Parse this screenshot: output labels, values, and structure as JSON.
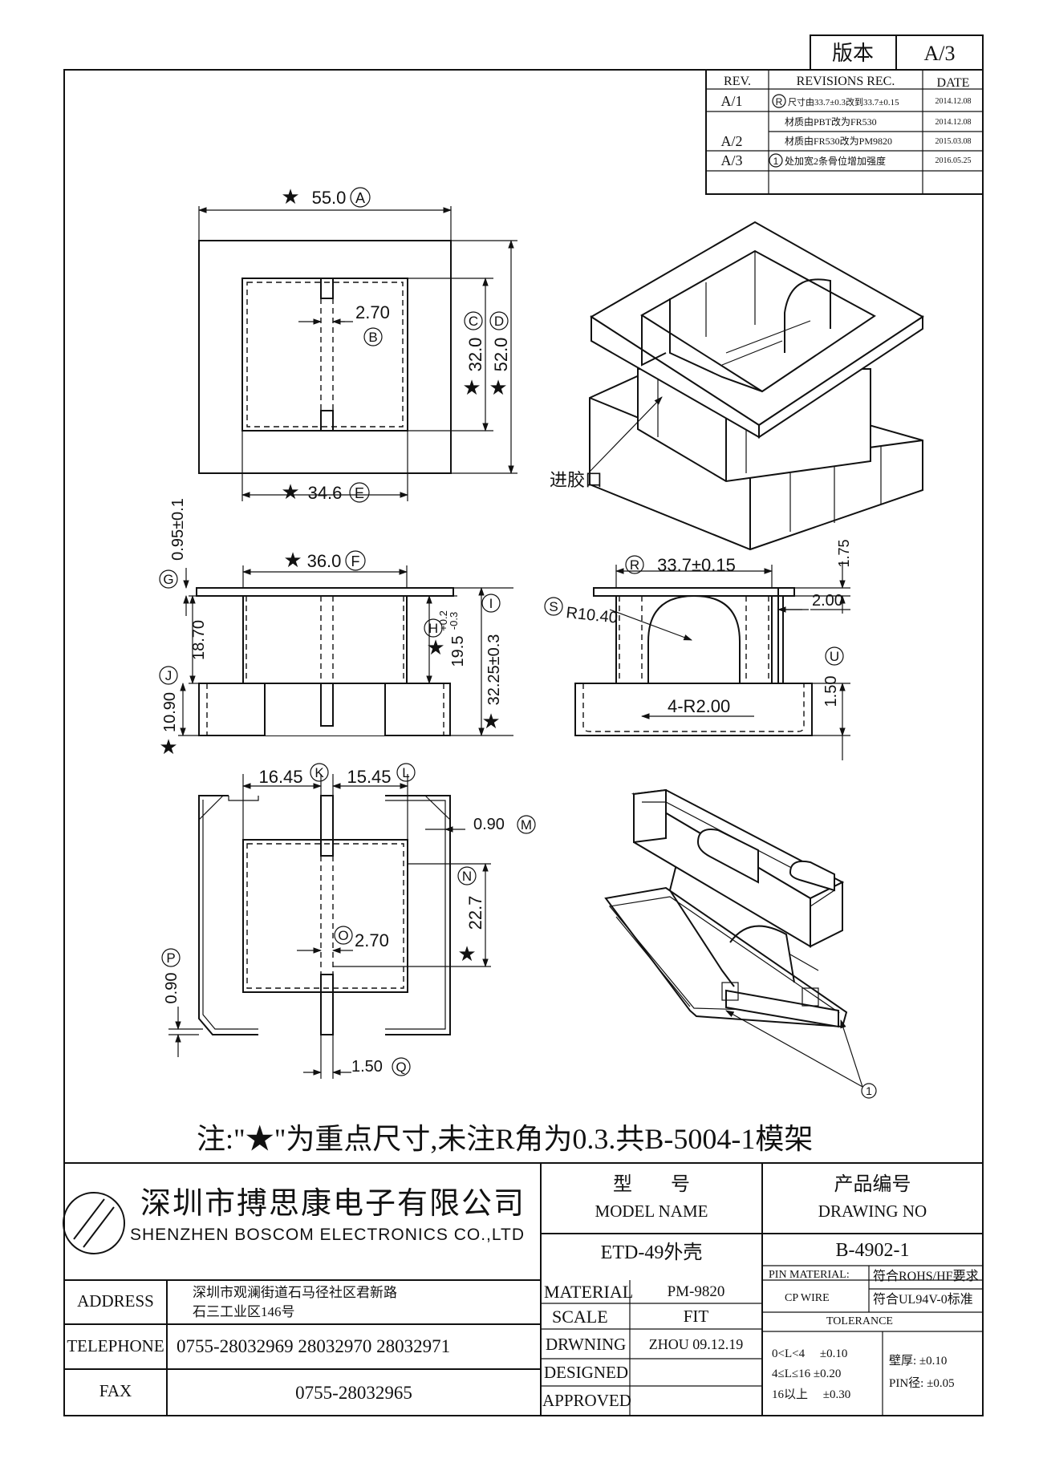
{
  "version_box": {
    "label": "版本",
    "value": "A/3"
  },
  "revisions": {
    "headers": {
      "rev": "REV.",
      "rec": "REVISIONS REC.",
      "date": "DATE"
    },
    "rows": [
      {
        "rev": "A/1",
        "mark": "R",
        "text": "尺寸由33.7±0.3改到33.7±0.15",
        "date": "2014.12.08"
      },
      {
        "rev": "",
        "mark": "",
        "text": "材质由PBT改为FR530",
        "date": "2014.12.08"
      },
      {
        "rev": "A/2",
        "mark": "",
        "text": "材质由FR530改为PM9820",
        "date": "2015.03.08"
      },
      {
        "rev": "A/3",
        "mark": "1",
        "text": "处加宽2条骨位增加强度",
        "date": "2016.05.25"
      }
    ]
  },
  "dims": {
    "a": "55.0",
    "a_mark": "A",
    "b": "2.70",
    "b_mark": "B",
    "c": "32.0",
    "c_mark": "C",
    "d": "52.0",
    "d_mark": "D",
    "e": "34.6",
    "e_mark": "E",
    "f": "36.0",
    "f_mark": "F",
    "g": "0.95±0.1",
    "g_mark": "G",
    "h": "19.5",
    "h_tol_upper": "+0.2",
    "h_tol_lower": "-0.3",
    "h_mark": "H",
    "i": "32.25±0.3",
    "i_mark": "I",
    "j": "10.90",
    "j_mark": "J",
    "h1870": "18.70",
    "r": "33.7±0.15",
    "r_mark": "R",
    "s": "R10.40",
    "s_mark": "S",
    "t175": "1.75",
    "t200": "2.00",
    "u": "1.50",
    "u_mark": "U",
    "r4": "4-R2.00",
    "k": "16.45",
    "k_mark": "K",
    "l": "15.45",
    "l_mark": "L",
    "m": "0.90",
    "m_mark": "M",
    "n": "22.7",
    "n_mark": "N",
    "o": "2.70",
    "o_mark": "O",
    "p": "0.90",
    "p_mark": "P",
    "q": "1.50",
    "q_mark": "Q",
    "star": "★",
    "gate_label": "进胶口",
    "callout_1": "1"
  },
  "note": "注:\"★\"为重点尺寸,未注R角为0.3.共B-5004-1模架",
  "company": {
    "cn": "深圳市搏思康电子有限公司",
    "en": "SHENZHEN BOSCOM ELECTRONICS CO.,LTD"
  },
  "title_block": {
    "model_name_cn": "型　　号",
    "model_name_en": "MODEL NAME",
    "drawing_no_cn": "产品编号",
    "drawing_no_en": "DRAWING NO",
    "model_value": "ETD-49外壳",
    "drawing_value": "B-4902-1",
    "address_label": "ADDRESS",
    "address_line1": "深圳市观澜街道石马径社区君新路",
    "address_line2": "石三工业区146号",
    "telephone_label": "TELEPHONE",
    "telephone_value": "0755-28032969 28032970 28032971",
    "fax_label": "FAX",
    "fax_value": "0755-28032965",
    "material_label": "MATERIAL",
    "material_value": "PM-9820",
    "scale_label": "SCALE",
    "scale_value": "FIT",
    "drawing_label": "DRWNING",
    "drawing_by": "ZHOU 09.12.19",
    "designed_label": "DESIGNED",
    "approved_label": "APPROVED",
    "pin_material_label": "PIN MATERIAL:",
    "pin_material_value": "CP WIRE",
    "rohs": "符合ROHS/HF要求",
    "ul": "符合UL94V-0标准",
    "tolerance_label": "TOLERANCE",
    "tol_row1": "0<L<4　 ±0.10",
    "tol_row2": "4≤L≤16 ±0.20",
    "tol_row3": "16以上　 ±0.30",
    "wall_label": "壁厚: ±0.10",
    "pin_dia_label": "PIN径: ±0.05"
  }
}
